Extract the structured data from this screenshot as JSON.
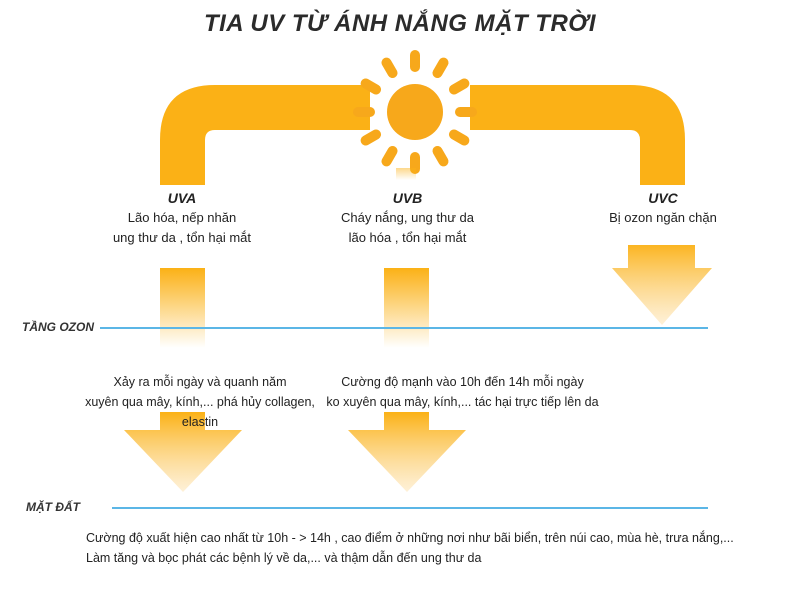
{
  "title": "TIA UV TỪ ÁNH NẮNG MẶT TRỜI",
  "rays": [
    {
      "name": "UVA",
      "line1": "Lão hóa, nếp nhăn",
      "line2": "ung thư da , tổn hại mắt"
    },
    {
      "name": "UVB",
      "line1": "Cháy nắng, ung thư da",
      "line2": "lão hóa , tổn hại mắt"
    },
    {
      "name": "UVC",
      "line1": "Bị ozon ngăn chặn",
      "line2": ""
    }
  ],
  "layers": {
    "ozone": "TẦNG OZON",
    "ground": "MẶT ĐẤT"
  },
  "middle_notes": {
    "uva_line1": "Xảy ra mỗi ngày và quanh năm",
    "uva_line2": "xuyên qua mây, kính,... phá hủy collagen, elastin",
    "uvb_line1": "Cường độ mạnh vào 10h đến 14h mỗi ngày",
    "uvb_line2": "ko xuyên qua mây, kính,... tác hại trực tiếp lên da"
  },
  "bottom_notes": {
    "line1": "Cường độ xuất hiện cao nhất từ 10h - > 14h ,  cao điểm ở những nơi như bãi biển, trên núi cao, mùa hè, trưa nắng,...",
    "line2": "Làm tăng và bọc phát các bệnh lý về da,... và thậm dẫn đến ung thư da"
  },
  "colors": {
    "orange": "#fbb116",
    "sun": "#f7a81b",
    "line": "#5bb6e6"
  }
}
